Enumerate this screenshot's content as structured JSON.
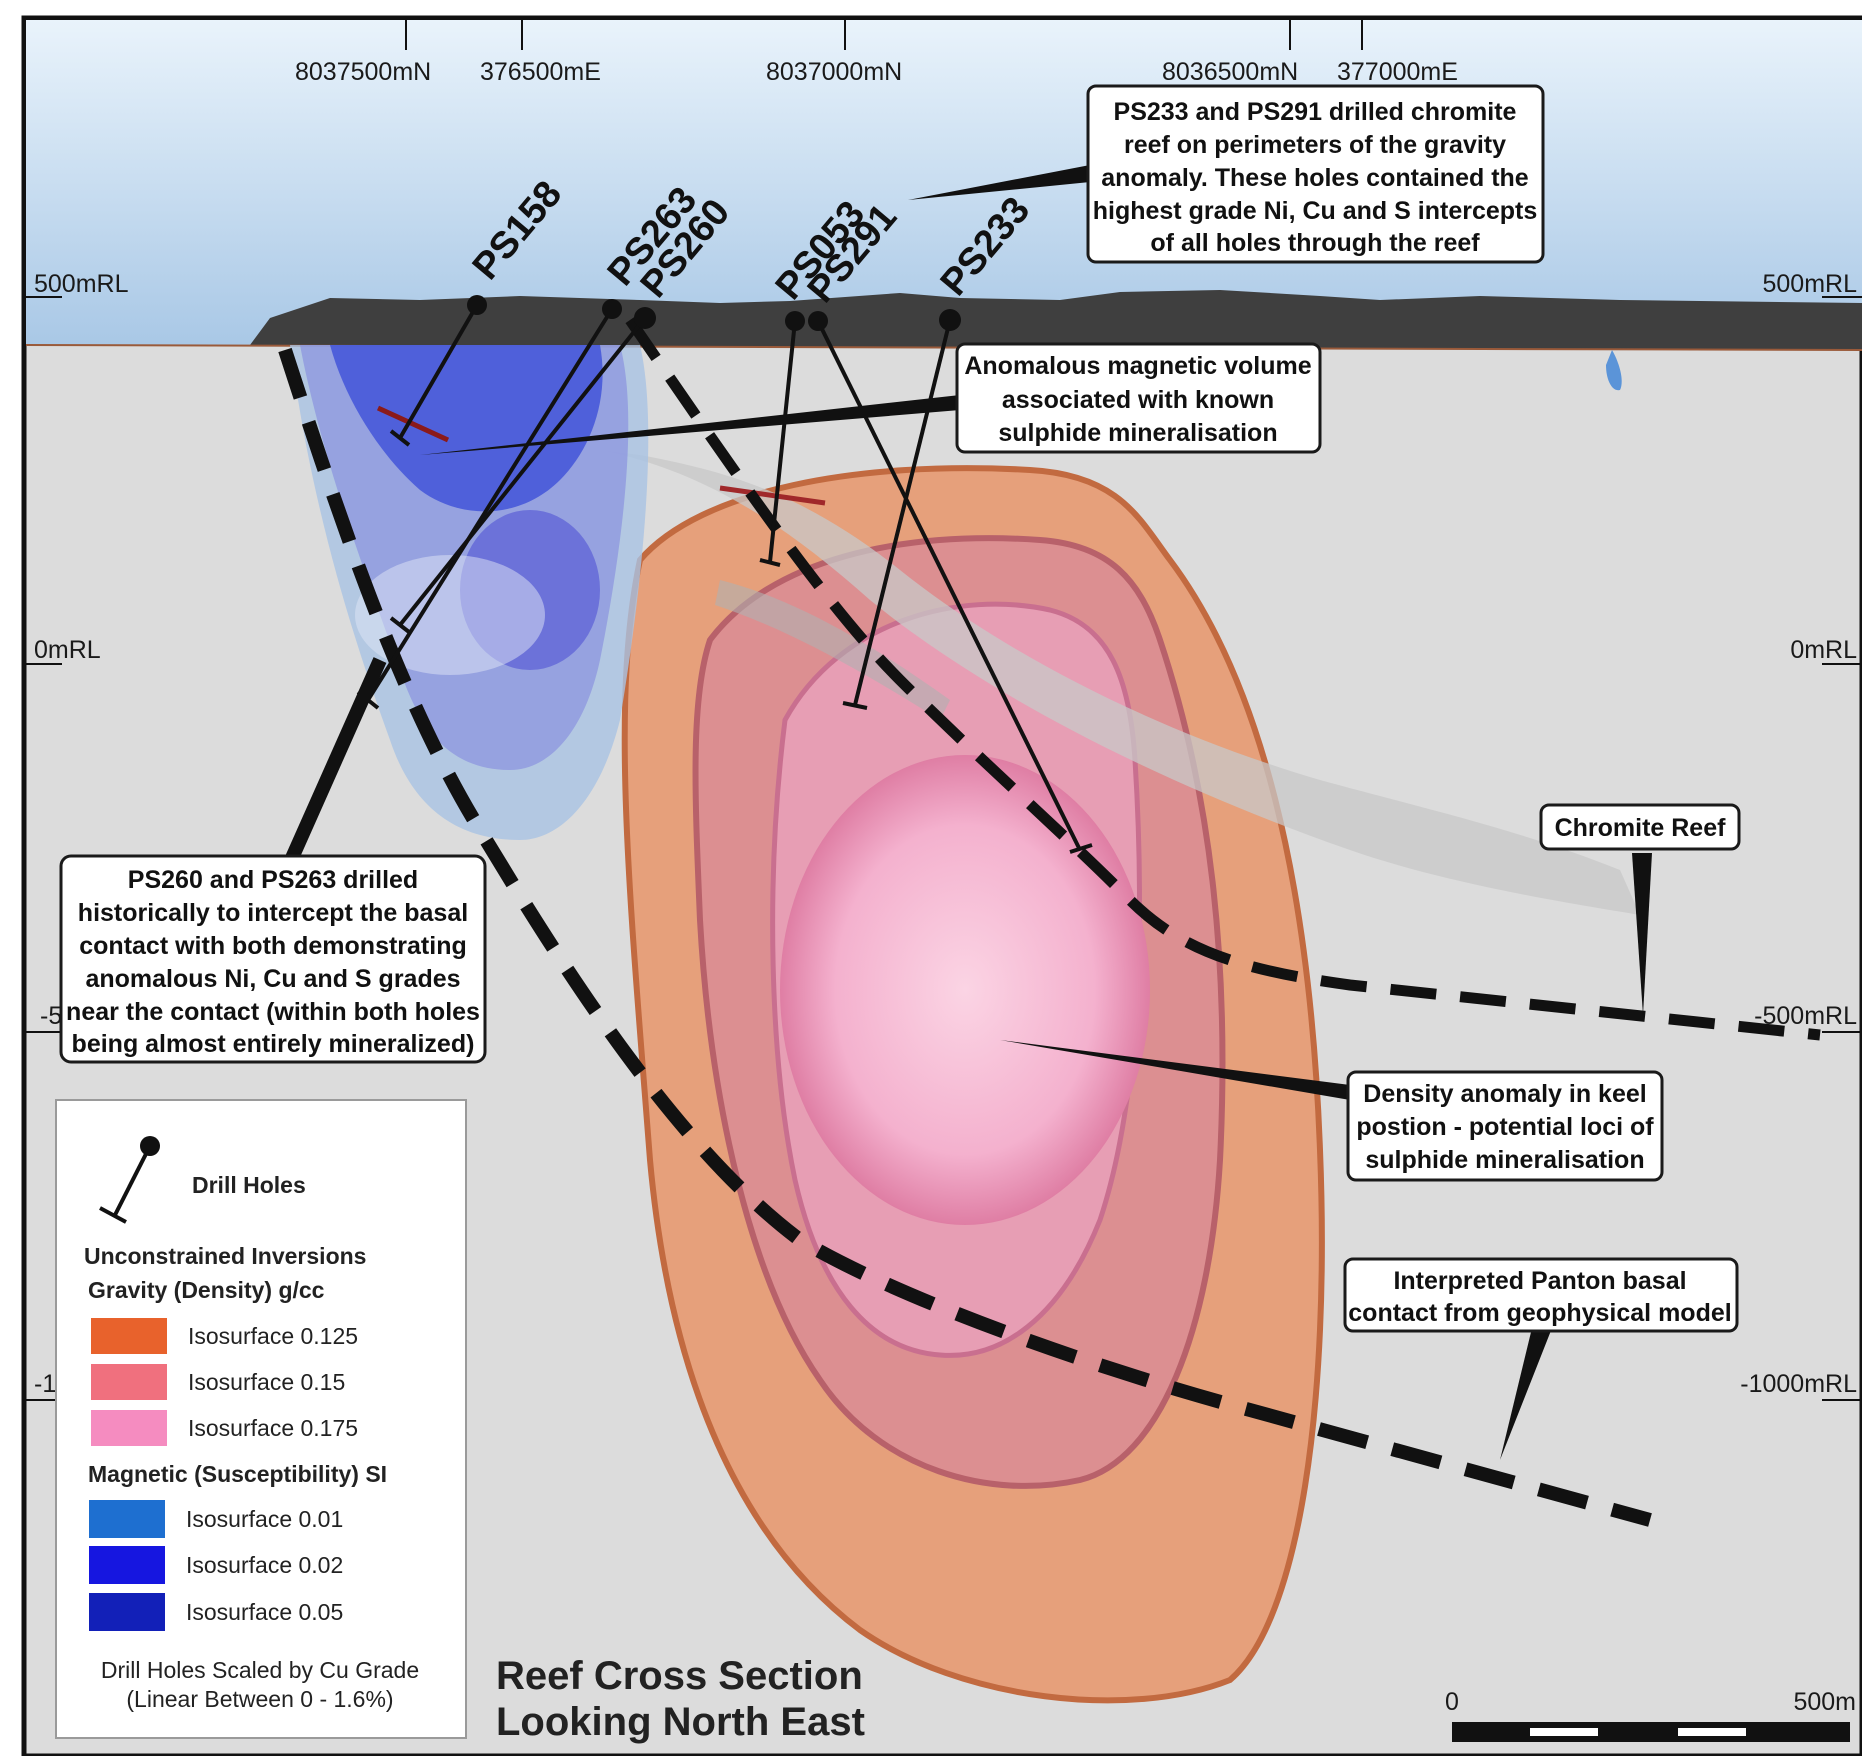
{
  "grid": {
    "northings_eastings": [
      "8037500mN",
      "376500mE",
      "8037000mN",
      "8036500mN",
      "377000mE"
    ],
    "rl_left": [
      "500mRL",
      "0mRL",
      "-5",
      "-1"
    ],
    "rl_right": [
      "500mRL",
      "0mRL",
      "-500mRL",
      "-1000mRL"
    ]
  },
  "drill_holes": [
    "PS158",
    "PS263",
    "PS260",
    "PS053",
    "PS291",
    "PS233"
  ],
  "callouts": {
    "chromite_intercepts": [
      "PS233 and PS291 drilled chromite",
      "reef on perimeters of the gravity",
      "anomaly. These holes contained the",
      "highest grade Ni, Cu and S intercepts",
      "of all holes through the reef"
    ],
    "magnetic_volume": [
      "Anomalous magnetic volume",
      "associated with known",
      "sulphide mineralisation"
    ],
    "chromite_reef": [
      "Chromite Reef"
    ],
    "historic_holes": [
      "PS260 and PS263 drilled",
      "historically to intercept the basal",
      "contact with both demonstrating",
      "anomalous Ni, Cu and S grades",
      "near the contact (within both holes",
      "being almost entirely mineralized)"
    ],
    "density_anomaly": [
      "Density anomaly in keel",
      "postion - potential loci of",
      "sulphide mineralisation"
    ],
    "basal_contact": [
      "Interpreted Panton basal",
      "contact from geophysical model"
    ]
  },
  "legend": {
    "drill_holes": "Drill Holes",
    "inversions": "Unconstrained Inversions",
    "gravity_title": "Gravity (Density) g/cc",
    "gravity": [
      {
        "label": "Isosurface 0.125",
        "color": "#e8622c"
      },
      {
        "label": "Isosurface 0.15",
        "color": "#f0707e"
      },
      {
        "label": "Isosurface 0.175",
        "color": "#f58cc0"
      }
    ],
    "magnetic_title": "Magnetic (Susceptibility) SI",
    "magnetic": [
      {
        "label": "Isosurface 0.01",
        "color": "#1e6fd0"
      },
      {
        "label": "Isosurface 0.02",
        "color": "#1616e0"
      },
      {
        "label": "Isosurface 0.05",
        "color": "#1220b8"
      }
    ],
    "note_1": "Drill Holes Scaled by Cu Grade",
    "note_2": "(Linear Between 0 - 1.6%)"
  },
  "title": [
    "Reef Cross Section",
    "Looking North East"
  ],
  "scale": {
    "start": "0",
    "end": "500m"
  }
}
